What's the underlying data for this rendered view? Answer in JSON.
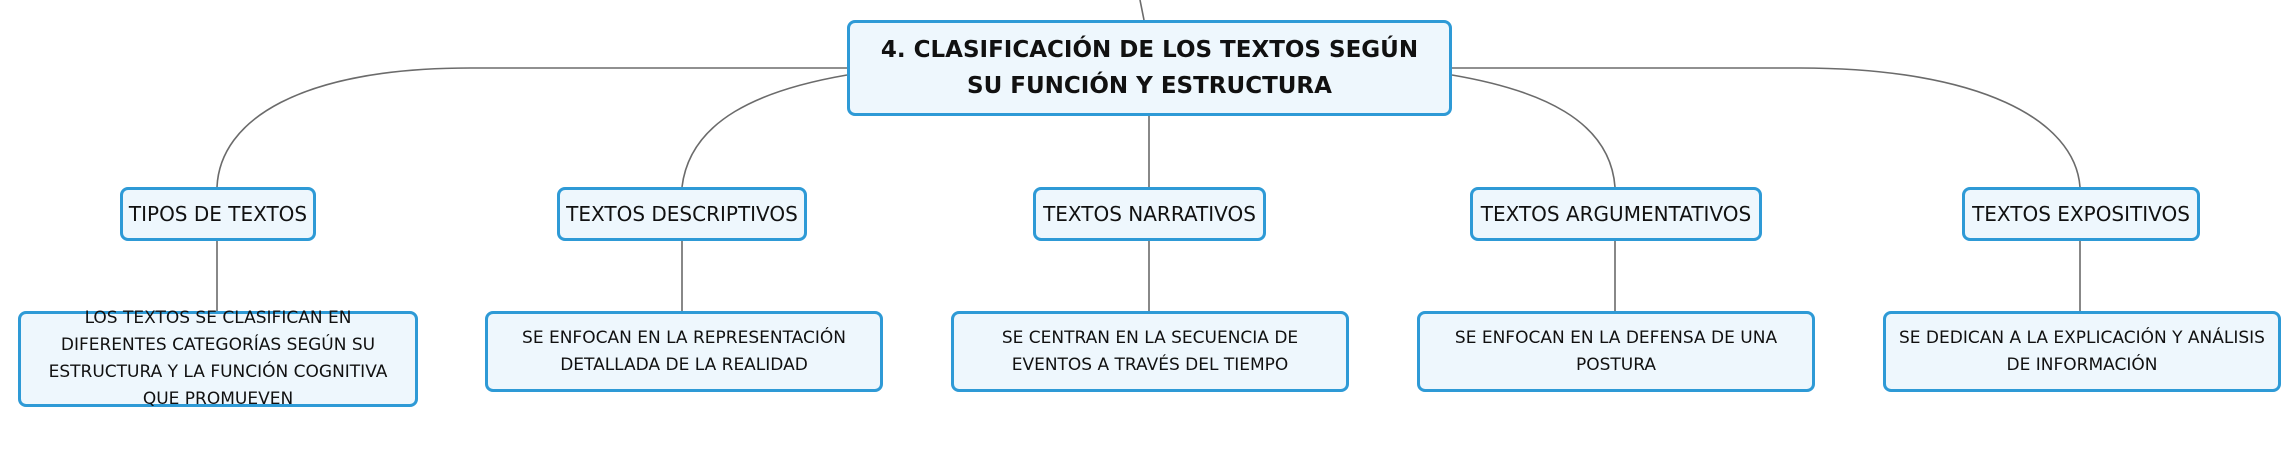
{
  "diagram": {
    "root": {
      "title": "4. CLASIFICACIÓN DE LOS TEXTOS SEGÚN SU FUNCIÓN Y ESTRUCTURA"
    },
    "branches": [
      {
        "label": "TIPOS DE TEXTOS",
        "description": "LOS TEXTOS SE CLASIFICAN EN DIFERENTES CATEGORÍAS SEGÚN SU ESTRUCTURA Y LA FUNCIÓN COGNITIVA QUE PROMUEVEN"
      },
      {
        "label": "TEXTOS DESCRIPTIVOS",
        "description": "SE ENFOCAN EN LA REPRESENTACIÓN DETALLADA DE LA REALIDAD"
      },
      {
        "label": "TEXTOS NARRATIVOS",
        "description": "SE CENTRAN EN LA SECUENCIA DE EVENTOS A TRAVÉS DEL TIEMPO"
      },
      {
        "label": "TEXTOS ARGUMENTATIVOS",
        "description": "SE ENFOCAN EN LA DEFENSA DE UNA POSTURA"
      },
      {
        "label": "TEXTOS EXPOSITIVOS",
        "description": "SE DEDICAN A LA EXPLICACIÓN Y ANÁLISIS DE INFORMACIÓN"
      }
    ],
    "colors": {
      "node_border": "#2e9ad6",
      "node_fill": "#eef7fd",
      "connector": "#6b6b6b"
    }
  }
}
